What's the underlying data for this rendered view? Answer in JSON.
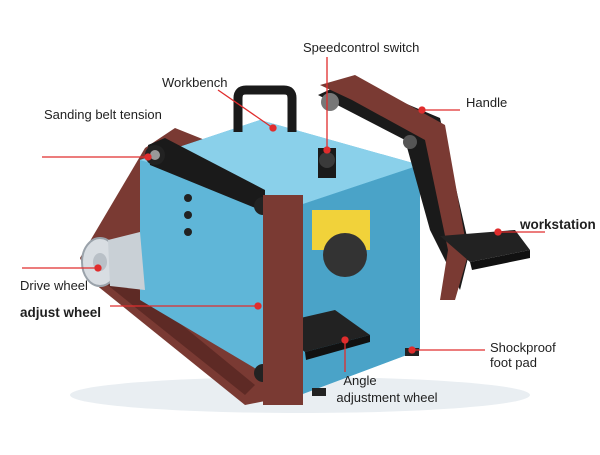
{
  "accent_color": "#e02d2d",
  "machine_colors": {
    "body_blue": "#5fb6d8",
    "belt_brown": "#7a3a33",
    "frame_black": "#1a1a1a",
    "motor_yellow": "#f1d23a"
  },
  "labels": {
    "speed_switch": "Speedcontrol switch",
    "workbench": "Workbench",
    "belt_tension": "Sanding belt tension",
    "handle": "Handle",
    "workstation": "workstation",
    "drive_wheel": "Drive wheel",
    "adjust_wheel": "adjust wheel",
    "shockproof_line1": "Shockproof",
    "shockproof_line2": "foot pad",
    "angle_line1": "Angle",
    "angle_line2": "adjustment wheel"
  }
}
